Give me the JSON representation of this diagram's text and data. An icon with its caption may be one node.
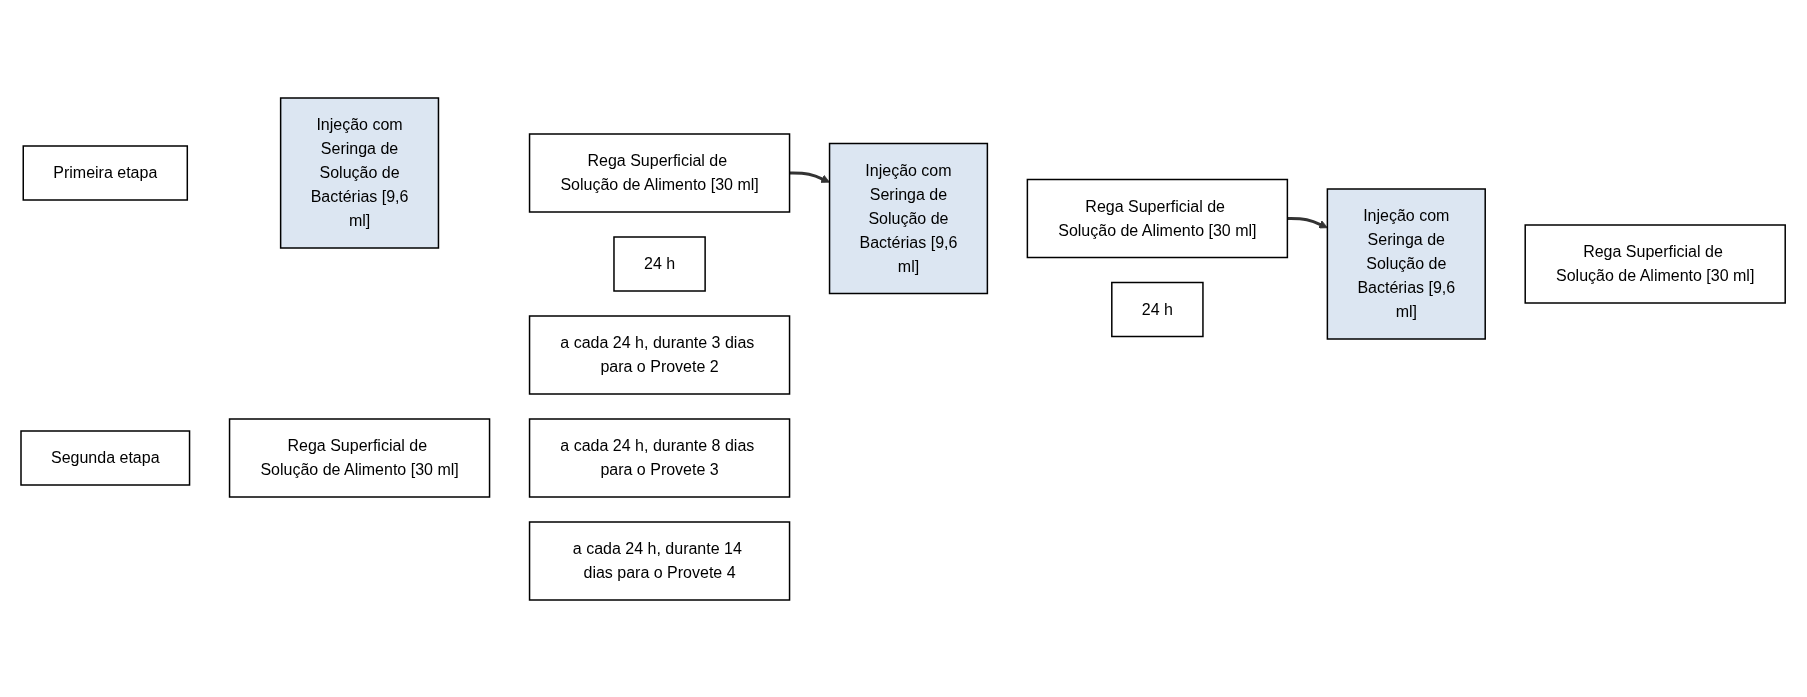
{
  "diagram": {
    "nodes": [
      {
        "text": [
          "Primeira etapa"
        ]
      },
      {
        "text": [
          "Injeção com Seringa de Solução de Bactérias [9,6 ml]"
        ]
      },
      {
        "text": [
          "Rega Superficial de Solução de Alimento [30 ml]"
        ]
      },
      {
        "text": [
          "24 h"
        ]
      },
      {
        "text": [
          "Injeção com Seringa de Solução de Bactérias [9,6 ml]"
        ]
      },
      {
        "text": [
          "Rega Superficial de Solução de Alimento [30 ml]"
        ]
      },
      {
        "text": [
          "24 h"
        ]
      },
      {
        "text": [
          "Injeção com Seringa de Solução de Bactérias [9,6 ml]"
        ]
      },
      {
        "text": [
          "Rega Superficial de Solução de Alimento [30 ml]"
        ]
      },
      {
        "text": [
          "Segunda etapa"
        ]
      },
      {
        "text": [
          "Rega Superficial de Solução de Alimento [30 ml]"
        ]
      },
      {
        "text": [
          "a cada 24 h, durante 3 dias para o Provete 2"
        ]
      },
      {
        "text": [
          "a cada 24 h, durante 8 dias para o Provete 3"
        ]
      },
      {
        "text": [
          "a cada 24 h, durante 14 dias para o Provete 4"
        ]
      }
    ],
    "edges": [
      {
        "from": 2,
        "to": 4,
        "arrow": "to"
      },
      {
        "from": 5,
        "to": 7,
        "arrow": "to"
      }
    ]
  }
}
